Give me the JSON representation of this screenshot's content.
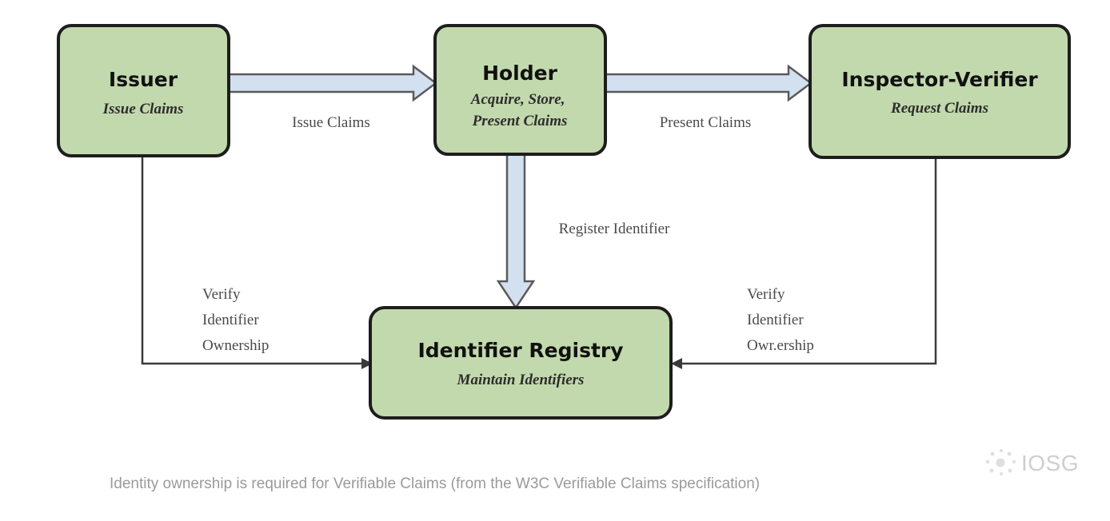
{
  "diagram": {
    "title_alt": "Verifiable Claims ecosystem roles",
    "background_color": "#ffffff",
    "node_fill": "#c2d9ad",
    "node_stroke": "#1d1d1d",
    "arrow_fill": "#d2e0f0",
    "arrow_stroke": "#5a5a5a",
    "line_color": "#3a3a3a",
    "caption_color": "#9a9a9a",
    "nodes": [
      {
        "id": "issuer",
        "title": "Issuer",
        "subtitle_lines": [
          "Issue Claims"
        ]
      },
      {
        "id": "holder",
        "title": "Holder",
        "subtitle_lines": [
          "Acquire, Store,",
          "Present Claims"
        ]
      },
      {
        "id": "inspector-verifier",
        "title": "Inspector-Verifier",
        "subtitle_lines": [
          "Request Claims"
        ]
      },
      {
        "id": "identifier-registry",
        "title": "Identifier Registry",
        "subtitle_lines": [
          "Maintain Identifiers"
        ]
      }
    ],
    "edges": [
      {
        "id": "issuer-to-holder",
        "from": "issuer",
        "to": "holder",
        "style": "block-arrow",
        "label_lines": [
          "Issue Claims"
        ]
      },
      {
        "id": "holder-to-inspector",
        "from": "holder",
        "to": "inspector-verifier",
        "style": "block-arrow",
        "label_lines": [
          "Present Claims"
        ]
      },
      {
        "id": "holder-to-registry",
        "from": "holder",
        "to": "identifier-registry",
        "style": "block-arrow",
        "label_lines": [
          "Register Identifier"
        ]
      },
      {
        "id": "issuer-to-registry",
        "from": "issuer",
        "to": "identifier-registry",
        "style": "thin-line",
        "label_lines": [
          "Verify",
          "Identifier",
          "Ownership"
        ]
      },
      {
        "id": "inspector-to-registry",
        "from": "inspector-verifier",
        "to": "identifier-registry",
        "style": "thin-line",
        "label_lines": [
          "Verify",
          "Identifier",
          "Owr.ership"
        ]
      }
    ]
  },
  "caption": {
    "text": "Identity ownership is required for Verifiable Claims (from the W3C Verifiable Claims specification)"
  },
  "watermark": {
    "text": "IOSG"
  }
}
